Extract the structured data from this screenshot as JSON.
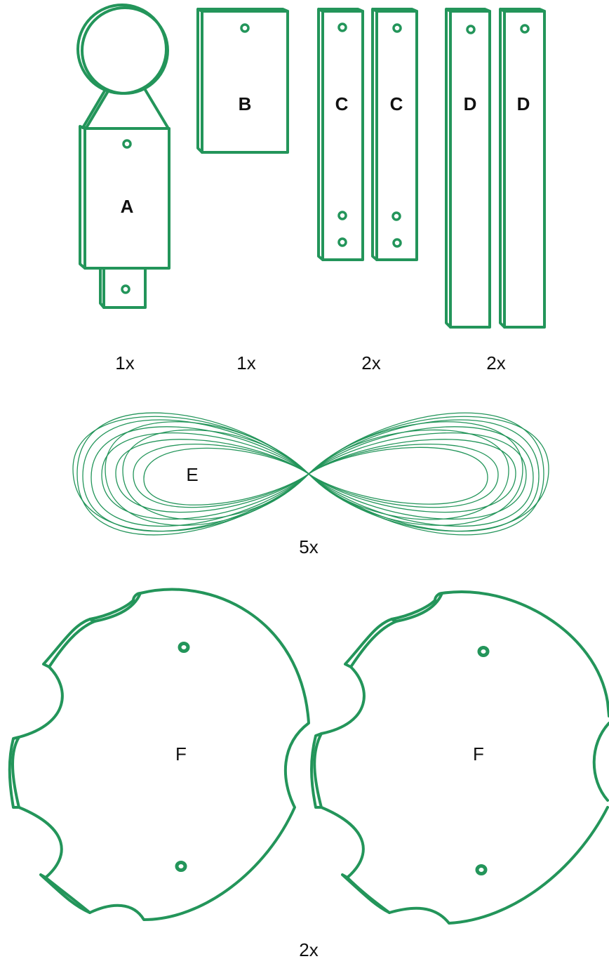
{
  "colors": {
    "stroke": "#23955a",
    "text": "#111111",
    "background": "#ffffff"
  },
  "parts": {
    "a": {
      "label": "A",
      "qty": "1x"
    },
    "b": {
      "label": "B",
      "qty": "1x"
    },
    "c1": {
      "label": "C"
    },
    "c2": {
      "label": "C"
    },
    "c_qty": "2x",
    "d1": {
      "label": "D"
    },
    "d2": {
      "label": "D"
    },
    "d_qty": "2x",
    "e": {
      "label": "E",
      "qty": "5x"
    },
    "f1": {
      "label": "F"
    },
    "f2": {
      "label": "F"
    },
    "f_qty": "2x"
  }
}
